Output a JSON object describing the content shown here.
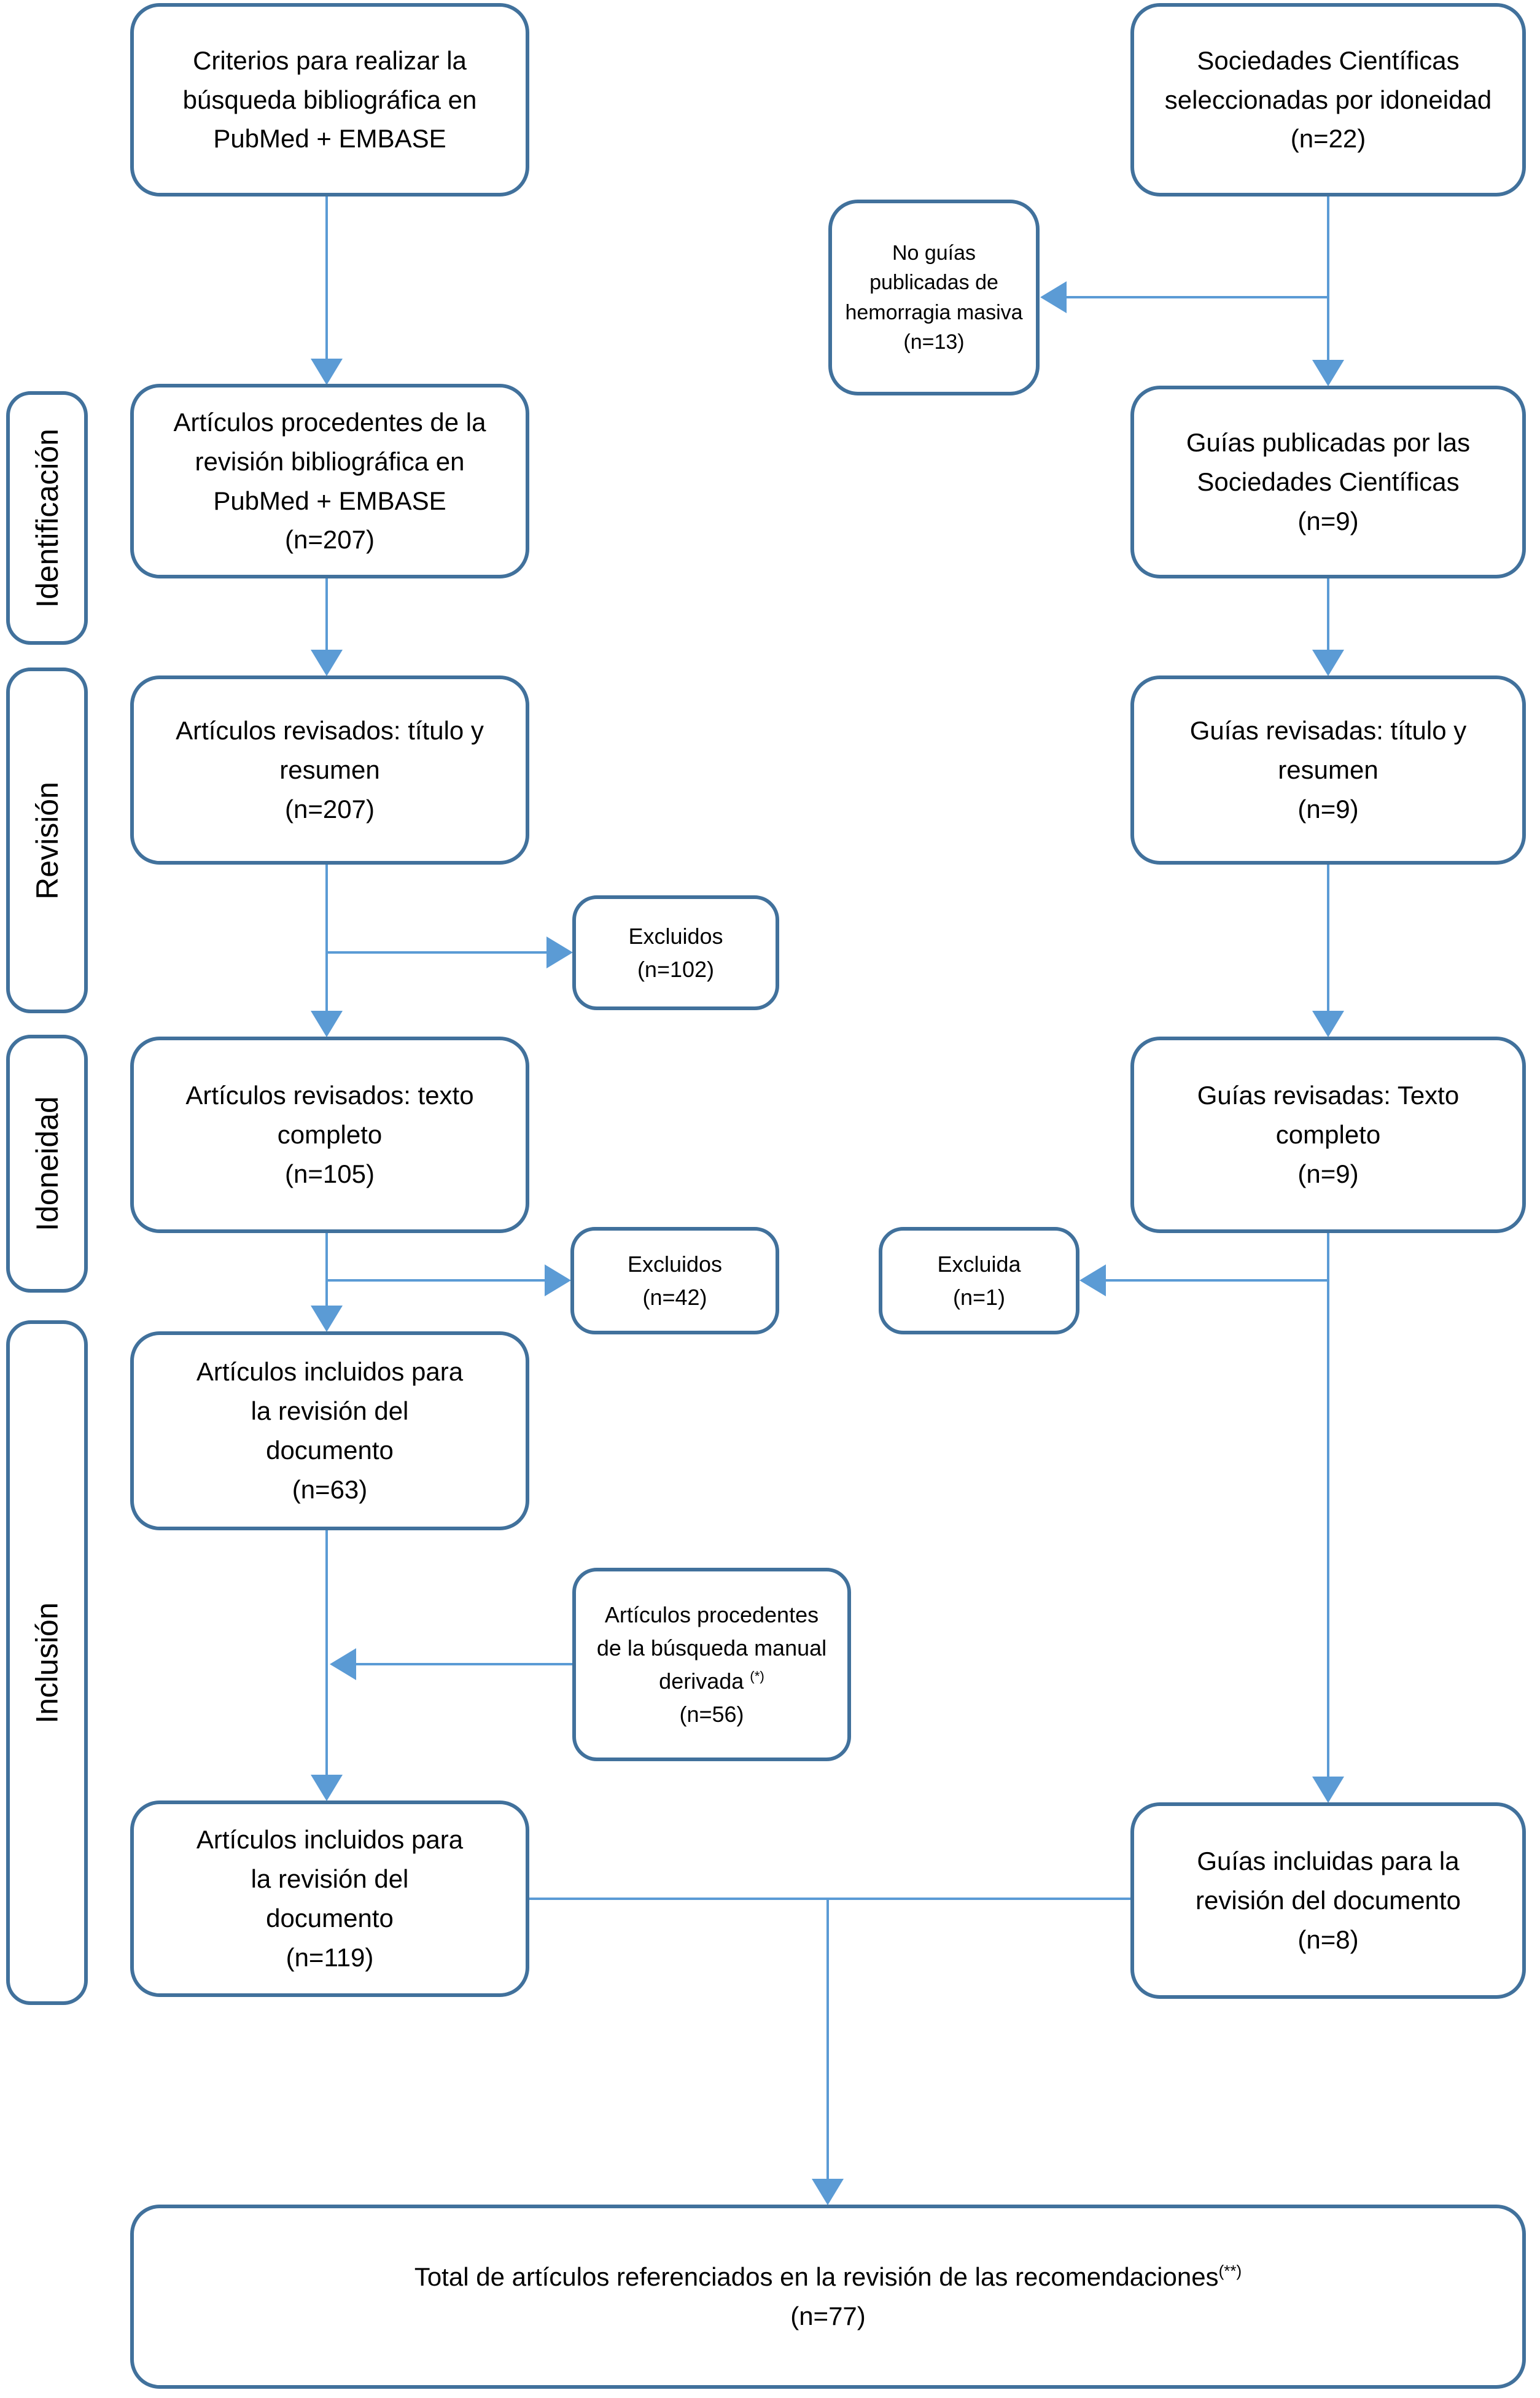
{
  "colors": {
    "box_border": "#41719C",
    "connector": "#5B9BD5",
    "text": "#000000"
  },
  "stages": [
    {
      "label": "Identificación"
    },
    {
      "label": "Revisión"
    },
    {
      "label": "Idoneidad"
    },
    {
      "label": "Inclusión"
    }
  ],
  "boxes": {
    "a1": {
      "text": "Criterios para realizar la búsqueda bibliográfica en PubMed + EMBASE"
    },
    "a2": {
      "text": "Artículos procedentes de la revisión bibliográfica en PubMed + EMBASE",
      "n": "(n=207)"
    },
    "a3": {
      "text": "Artículos revisados: título y resumen",
      "n": "(n=207)"
    },
    "a4": {
      "text": "Artículos revisados: texto completo",
      "n": "(n=105)"
    },
    "a5": {
      "text": "Artículos incluidos para la revisión del documento",
      "n": "(n=63)"
    },
    "a6": {
      "text": "Artículos incluidos para la revisión del documento",
      "n": "(n=119)"
    },
    "b1": {
      "text": "Sociedades Científicas seleccionadas por idoneidad",
      "n": "(n=22)"
    },
    "b2": {
      "text": "Guías publicadas por las Sociedades Científicas",
      "n": "(n=9)"
    },
    "b3": {
      "text": "Guías revisadas: título y resumen",
      "n": "(n=9)"
    },
    "b4": {
      "text": "Guías revisadas: Texto completo",
      "n": "(n=9)"
    },
    "b5": {
      "text": "Guías incluidas para la revisión del documento",
      "n": "(n=8)"
    },
    "no_guias": {
      "text": "No guías publicadas de hemorragia masiva",
      "n": "(n=13)"
    },
    "excluidos_titulo": {
      "text": "Excluidos",
      "n": "(n=102)"
    },
    "excluidos_texto": {
      "text": "Excluidos",
      "n": "(n=42)"
    },
    "excluida_guia": {
      "text": "Excluida",
      "n": "(n=1)"
    },
    "manual": {
      "text": "Artículos procedentes de la búsqueda manual derivada ",
      "sup": "(*)",
      "n": "(n=56)"
    },
    "total": {
      "text": "Total de artículos referenciados en la revisión de las recomendaciones",
      "sup": "(**)",
      "n": "(n=77)"
    }
  }
}
